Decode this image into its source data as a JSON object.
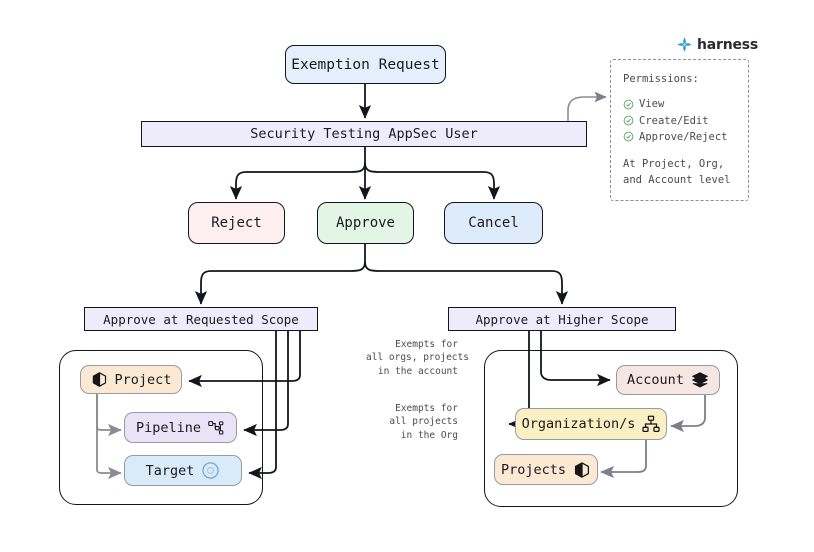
{
  "brand": {
    "name": "harness",
    "logo_icon": "harness-logo-icon",
    "color": "#1e9ae0"
  },
  "flow": {
    "start": {
      "label": "Exemption Request",
      "color": "#e3f0fb"
    },
    "actor": {
      "label": "Security Testing AppSec User",
      "color": "#eeebfa"
    },
    "decisions": [
      {
        "name": "reject",
        "label": "Reject",
        "color": "#fdeef0"
      },
      {
        "name": "approve",
        "label": "Approve",
        "color": "#e3f5e4"
      },
      {
        "name": "cancel",
        "label": "Cancel",
        "color": "#ddebfa"
      }
    ],
    "scopes": [
      {
        "name": "requested",
        "label": "Approve at Requested Scope",
        "color": "#eeebfa"
      },
      {
        "name": "higher",
        "label": "Approve at Higher Scope",
        "color": "#eeebfa"
      }
    ]
  },
  "requested_scope": {
    "entities": [
      {
        "name": "project",
        "label": "Project",
        "icon": "cube-icon",
        "color": "#fbe9d4"
      },
      {
        "name": "pipeline",
        "label": "Pipeline",
        "icon": "pipeline-icon",
        "color": "#e8e3f6"
      },
      {
        "name": "target",
        "label": "Target",
        "icon": "target-icon",
        "color": "#d9eaf9"
      }
    ]
  },
  "higher_scope": {
    "entities": [
      {
        "name": "account",
        "label": "Account",
        "icon": "layers-icon",
        "color": "#f6e6e2"
      },
      {
        "name": "organizations",
        "label": "Organization/s",
        "icon": "org-chart-icon",
        "color": "#faf0c3"
      },
      {
        "name": "projects",
        "label": "Projects",
        "icon": "cube-icon",
        "color": "#fbe9d4"
      }
    ],
    "annotations": [
      {
        "name": "account-exempt-note",
        "text": "Exempts for\nall orgs, projects\nin the account"
      },
      {
        "name": "org-exempt-note",
        "text": "Exempts for\nall projects\nin the Org"
      }
    ]
  },
  "permissions": {
    "title": "Permissions:",
    "items": [
      {
        "label": "View",
        "icon": "check-circle-icon"
      },
      {
        "label": "Create/Edit",
        "icon": "check-circle-icon"
      },
      {
        "label": "Approve/Reject",
        "icon": "check-circle-icon"
      }
    ],
    "footer": "At Project, Org,\nand Account level",
    "check_color": "#5e9e5e"
  }
}
